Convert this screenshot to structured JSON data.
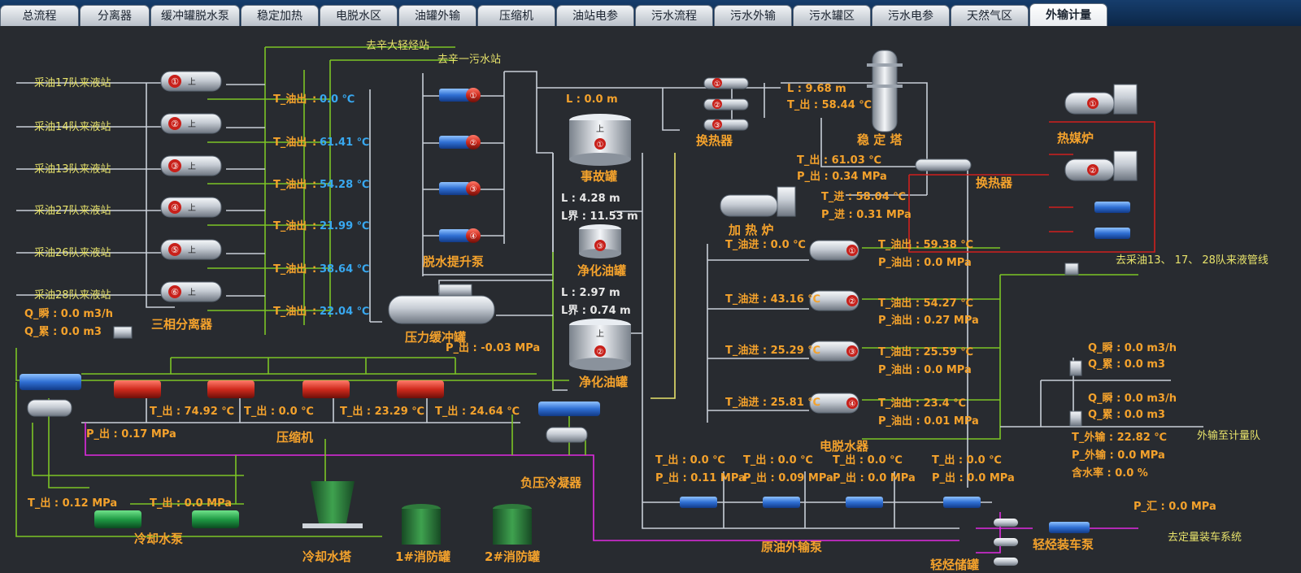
{
  "tabs": [
    {
      "label": "总流程"
    },
    {
      "label": "分离器"
    },
    {
      "label": "缓冲罐脱水泵"
    },
    {
      "label": "稳定加热"
    },
    {
      "label": "电脱水区"
    },
    {
      "label": "油罐外输"
    },
    {
      "label": "压缩机"
    },
    {
      "label": "油站电参"
    },
    {
      "label": "污水流程"
    },
    {
      "label": "污水外输"
    },
    {
      "label": "污水罐区"
    },
    {
      "label": "污水电参"
    },
    {
      "label": "天然气区"
    },
    {
      "label": "外输计量"
    }
  ],
  "stations": [
    {
      "label": "采油17队来液站"
    },
    {
      "label": "采油14队来液站"
    },
    {
      "label": "采油13队来液站"
    },
    {
      "label": "采油27队来液站"
    },
    {
      "label": "采油26队来液站"
    },
    {
      "label": "采油28队来液站"
    }
  ],
  "separators": {
    "badges": [
      "①",
      "②",
      "③",
      "④",
      "⑤",
      "⑥"
    ],
    "tag": "上",
    "readings": [
      {
        "label": "T_油出",
        "value": "0.0 ℃"
      },
      {
        "label": "T_油出",
        "value": "61.41 ℃"
      },
      {
        "label": "T_油出",
        "value": "54.28 ℃"
      },
      {
        "label": "T_油出",
        "value": "21.99 ℃"
      },
      {
        "label": "T_油出",
        "value": "38.64 ℃"
      },
      {
        "label": "T_油出",
        "value": "22.04 ℃"
      }
    ],
    "name": "三相分离器"
  },
  "destinations": {
    "top1": "去辛大轻烃站",
    "top2": "去辛一污水站"
  },
  "inlet_meter": {
    "q_inst": "Q_瞬 : 0.0 m3/h",
    "q_total": "Q_累 : 0.0 m3"
  },
  "lift_pumps": {
    "badges": [
      "①",
      "②",
      "③",
      "④"
    ],
    "name": "脱水提升泵"
  },
  "buffer_tank": {
    "name": "压力缓冲罐",
    "pressure": "P_出 : -0.03 MPa"
  },
  "tanks": {
    "accident": {
      "name": "事故罐",
      "badge": "①",
      "l": "L : 0.0 m"
    },
    "clean3": {
      "name": "净化油罐",
      "badge": "③",
      "l": "L : 4.28 m",
      "lj": "L界 : 11.53 m"
    },
    "clean2": {
      "name": "净化油罐",
      "badge": "②",
      "l": "L : 2.97 m",
      "lj": "L界 : 0.74 m"
    }
  },
  "compressors": {
    "name": "压缩机",
    "temps": [
      "T_出 : 74.92 ℃",
      "T_出 : 0.0 ℃",
      "T_出 : 23.29 ℃",
      "T_出 : 24.64 ℃"
    ],
    "pressure": "P_出 : 0.17 MPa"
  },
  "heat_exchanger_top": {
    "name": "换热器",
    "badges": [
      "①",
      "②",
      "③"
    ]
  },
  "stabilizer": {
    "name": "稳 定 塔",
    "l": "L : 9.68 m",
    "t": "T_出 : 58.44 ℃"
  },
  "heater": {
    "name": "加 热 炉",
    "t_out": "T_出 : 61.03 ℃",
    "p_out": "P_出 : 0.34 MPa",
    "t_in": "T_进 : 58.04 ℃",
    "p_in": "P_进 : 0.31 MPa"
  },
  "heat_exchanger_right": {
    "name": "换热器"
  },
  "hot_oil_furnace": {
    "name": "热媒炉",
    "badges": [
      "①",
      "②"
    ]
  },
  "dehydrators": {
    "name": "电脱水器",
    "units": [
      {
        "badge": "①",
        "t_in": "T_油进 : 0.0 ℃",
        "t_out": "T_油出 : 59.38 ℃",
        "p_out": "P_油出 : 0.0 MPa"
      },
      {
        "badge": "②",
        "t_in": "T_油进 : 43.16 ℃",
        "t_out": "T_油出 : 54.27 ℃",
        "p_out": "P_油出 : 0.27 MPa"
      },
      {
        "badge": "③",
        "t_in": "T_油进 : 25.29 ℃",
        "t_out": "T_油出 : 25.59 ℃",
        "p_out": "P_油出 : 0.0 MPa"
      },
      {
        "badge": "④",
        "t_in": "T_油进 : 25.81 ℃",
        "t_out": "T_油出 : 23.4 ℃",
        "p_out": "P_油出 : 0.01 MPa"
      }
    ]
  },
  "to_pipeline": "去采油13、 17、 28队来液管线",
  "metering": {
    "q1_inst": "Q_瞬 : 0.0 m3/h",
    "q1_total": "Q_累 : 0.0 m3",
    "q2_inst": "Q_瞬 : 0.0 m3/h",
    "q2_total": "Q_累 : 0.0 m3",
    "t_export": "T_外输 : 22.82 ℃",
    "p_export": "P_外输 : 0.0 MPa",
    "water_cut": "含水率 : 0.0 %",
    "dest": "外输至计量队"
  },
  "export_pumps": {
    "name": "原油外输泵",
    "units": [
      {
        "t": "T_出 : 0.0 ℃",
        "p": "P_出 : 0.11 MPa"
      },
      {
        "t": "T_出 : 0.0 ℃",
        "p": "P_出 : 0.09 MPa"
      },
      {
        "t": "T_出 : 0.0 ℃",
        "p": "P_出 : 0.0 MPa"
      },
      {
        "t": "T_出 : 0.0 ℃",
        "p": "P_出 : 0.0 MPa"
      }
    ]
  },
  "vacuum_condenser": {
    "name": "负压冷凝器"
  },
  "cooling_pumps": {
    "name": "冷却水泵",
    "p1": "T_出 : 0.12 MPa",
    "p2": "T_出 : 0.0 MPa"
  },
  "cooling_tower": {
    "name": "冷却水塔"
  },
  "fire_tanks": {
    "t1": "1#消防罐",
    "t2": "2#消防罐"
  },
  "light_hc": {
    "storage": "轻烃储罐",
    "pump": "轻烃装车泵",
    "p": "P_汇 : 0.0 MPa",
    "dest": "去定量装车系统"
  },
  "colors": {
    "bg": "#282b30",
    "pipe": "#c9cfd8",
    "flow": "#7cc425",
    "label_orange": "#f4a22c",
    "value_blue": "#38a8f0",
    "label_yellow": "#e8e36b",
    "hot": "#d0201d",
    "magenta": "#e02be0"
  }
}
